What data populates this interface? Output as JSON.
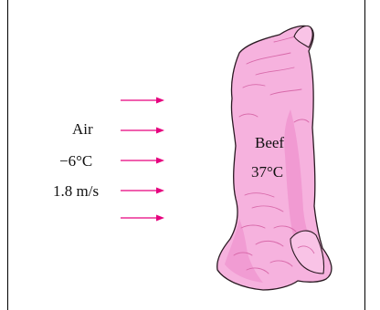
{
  "air": {
    "name": "Air",
    "temperature": "−6°C",
    "velocity": "1.8 m/s"
  },
  "beef": {
    "name": "Beef",
    "temperature": "37°C"
  },
  "colors": {
    "arrow": "#e6007e",
    "beef_fill": "#f6b2de",
    "beef_shadow": "#ec86c8",
    "beef_outline": "#2a1a22"
  }
}
